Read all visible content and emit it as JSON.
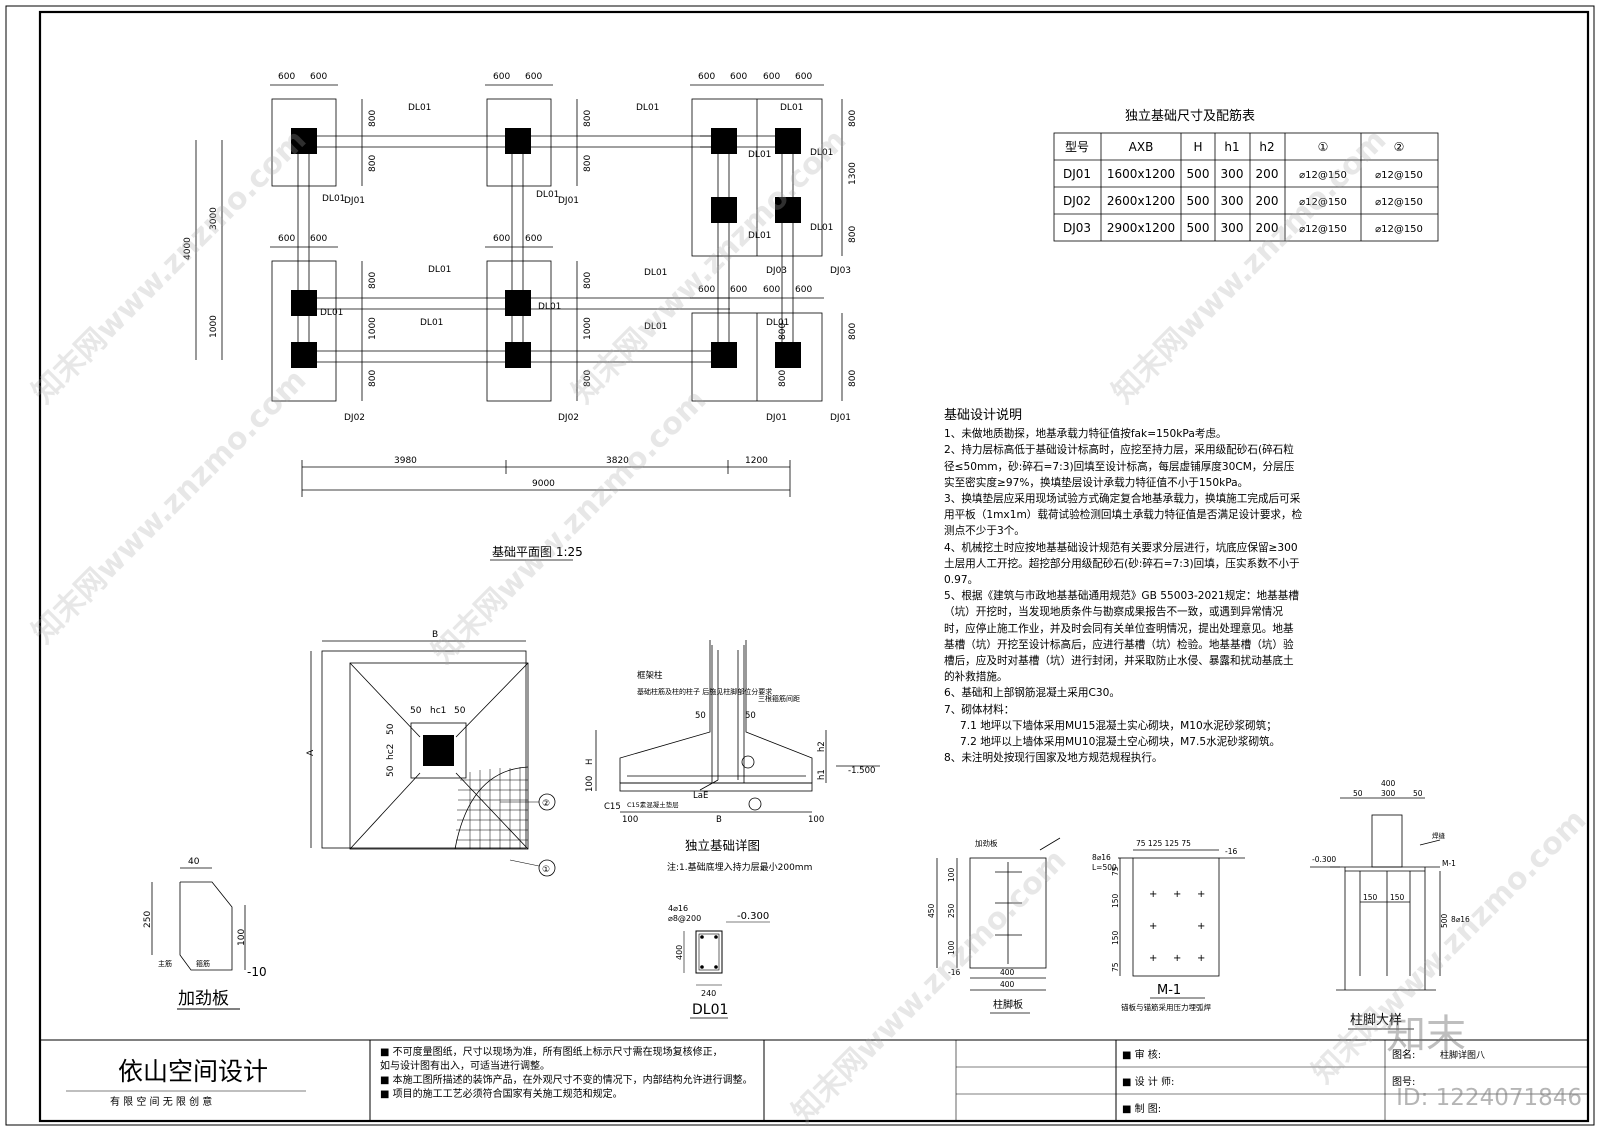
{
  "plan": {
    "title": "基础平面图 1:25",
    "beam_label": "DL01",
    "footings": {
      "dj01": "DJ01",
      "dj02": "DJ02",
      "dj03": "DJ03"
    },
    "dims": {
      "d600": "600",
      "d800": "800",
      "d1000": "1000",
      "d1300": "1300",
      "d3000": "3000",
      "d4000": "4000",
      "d3980": "3980",
      "d3820": "3820",
      "d1200": "1200",
      "d9000": "9000"
    }
  },
  "table": {
    "title": "独立基础尺寸及配筋表",
    "headers": [
      "型号",
      "AXB",
      "H",
      "h1",
      "h2",
      "①",
      "②"
    ],
    "rows": [
      [
        "DJ01",
        "1600x1200",
        "500",
        "300",
        "200",
        "⌀12@150",
        "⌀12@150"
      ],
      [
        "DJ02",
        "2600x1200",
        "500",
        "300",
        "200",
        "⌀12@150",
        "⌀12@150"
      ],
      [
        "DJ03",
        "2900x1200",
        "500",
        "300",
        "200",
        "⌀12@150",
        "⌀12@150"
      ]
    ]
  },
  "notes": {
    "title": "基础设计说明",
    "items": [
      "1、未做地质勘探，地基承载力特征值按fak=150kPa考虑。",
      "2、持力层标高低于基础设计标高时，应挖至持力层，采用级配砂石(碎石粒径≤50mm，砂:碎石=7:3)回填至设计标高，每层虚铺厚度30CM，分层压实至密实度≥97%，换填垫层设计承载力特征值不小于150kPa。",
      "3、换填垫层应采用现场试验方式确定复合地基承载力，换填施工完成后可采用平板（1mx1m）载荷试验检测回填土承载力特征值是否满足设计要求，检测点不少于3个。",
      "4、机械挖土时应按地基基础设计规范有关要求分层进行，坑底应保留≥300土层用人工开挖。超挖部分用级配砂石(砂:碎石=7:3)回填，压实系数不小于0.97。",
      "5、根据《建筑与市政地基基础通用规范》GB 55003-2021规定：地基基槽（坑）开挖时，当发现地质条件与勘察成果报告不一致，或遇到异常情况时，应停止施工作业，并及时会同有关单位查明情况，提出处理意见。地基基槽（坑）开挖至设计标高后，应进行基槽（坑）检验。地基基槽（坑）验槽后，应及时对基槽（坑）进行封闭，并采取防止水侵、暴露和扰动基底土的补救措施。",
      "6、基础和上部钢筋混凝土采用C30。",
      "7、砌体材料："
    ],
    "sub_items": [
      "7.1 地坪以下墙体采用MU15混凝土实心砌块，M10水泥砂浆砌筑；",
      "7.2 地坪以上墙体采用MU10混凝土空心砌块，M7.5水泥砂浆砌筑。"
    ],
    "last": "8、未注明处按现行国家及地方规范规程执行。"
  },
  "footing_plan_detail": {
    "label_b": "B",
    "label_a": "A",
    "d50": "50",
    "hc1": "hc1",
    "hc2": "hc2",
    "c1": "①",
    "c2": "②"
  },
  "footing_section": {
    "title": "独立基础详图",
    "note": "注:1.基础底埋入持力层最小200mm",
    "label_col": "框架柱",
    "label_rebar": "基础柱筋及柱的柱子\n后施见柱脚部位分要求",
    "label_stirrup": "三根箍筋间距",
    "label_cushion": "C15素混凝土垫层",
    "elev": "-1.500",
    "labels": {
      "H": "H",
      "h1": "h1",
      "h2": "h2",
      "B": "B",
      "d50": "50",
      "d100": "100",
      "LaE": "LaE",
      "c15": "C15"
    }
  },
  "stiffener": {
    "title": "加劲板",
    "d40": "40",
    "d250": "250",
    "d100": "100",
    "thick": "-10",
    "lbl1": "主筋",
    "lbl2": "箍筋"
  },
  "beam_section": {
    "title": "DL01",
    "top": "4⌀16",
    "stirrup": "⌀8@200",
    "elev": "-0.300",
    "d400": "400",
    "d240": "240"
  },
  "base_plate": {
    "title": "柱脚板",
    "lbl": "加劲板",
    "d100": "100",
    "d250": "250",
    "d450": "450",
    "d400a": "400",
    "d400b": "400",
    "thick": "-16"
  },
  "m1": {
    "title": "M-1",
    "sub": "锚板与锚筋采用压力埋弧焊",
    "top": "75  125  125  75",
    "rebar": "8⌀16",
    "len": "L=500",
    "thick": "-16",
    "v75a": "75",
    "v150a": "150",
    "v150b": "150",
    "v75b": "75"
  },
  "column_foot": {
    "title": "柱脚大样",
    "d400": "400",
    "d50a": "50",
    "d300": "300",
    "d50b": "50",
    "d150a": "150",
    "d150b": "150",
    "elev": "-0.300",
    "d500": "500",
    "rebar": "8⌀16",
    "m1": "M-1",
    "weld": "焊缝"
  },
  "title_block": {
    "company": "依山空间设计",
    "slogan": "有 限 空 间      无 限 创 意",
    "remarks": [
      "■ 不可度量图纸，尺寸以现场为准，所有图纸上标示尺寸需在现场复核修正，",
      "   如与设计图有出入，可适当进行调整。",
      "■ 本施工图所描述的装饰产品，在外观尺寸不变的情况下，内部结构允许进行调整。",
      "■ 项目的施工工艺必须符合国家有关施工规范和规定。"
    ],
    "review": "■ 审      核:",
    "designer": "■ 设 计 师:",
    "drawer": "■ 制      图:",
    "drawing_name_label": "图名:",
    "drawing_name": "柱脚详图八",
    "drawing_no_label": "图号:"
  },
  "watermark": {
    "text": "知末网www.znzmo.com",
    "logo": "知末",
    "id": "ID: 1224071846"
  }
}
